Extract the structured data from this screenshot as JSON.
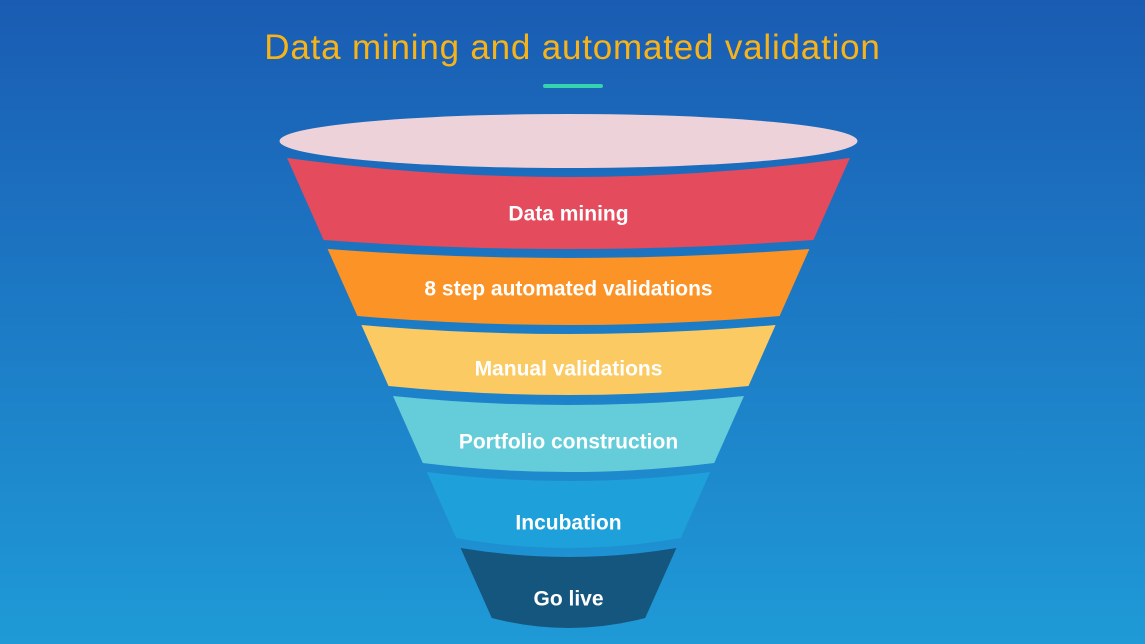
{
  "title": {
    "text": "Data mining and automated validation",
    "color": "#f8b318"
  },
  "divider_color": "#35d3ae",
  "background": {
    "top": "#1a5cb3",
    "bottom": "#1f9ad7"
  },
  "chart_data": {
    "type": "funnel",
    "title": "Data mining and automated validation",
    "funnel_top_color": "#edd2d9",
    "label_color": "#ffffff",
    "stages": [
      {
        "label": "Data mining",
        "color": "#e44b5c"
      },
      {
        "label": "8 step automated validations",
        "color": "#fb9327"
      },
      {
        "label": "Manual validations",
        "color": "#fcca63"
      },
      {
        "label": "Portfolio construction",
        "color": "#64cdd9"
      },
      {
        "label": "Incubation",
        "color": "#1ea0da"
      },
      {
        "label": "Go live",
        "color": "#15567f"
      }
    ]
  }
}
